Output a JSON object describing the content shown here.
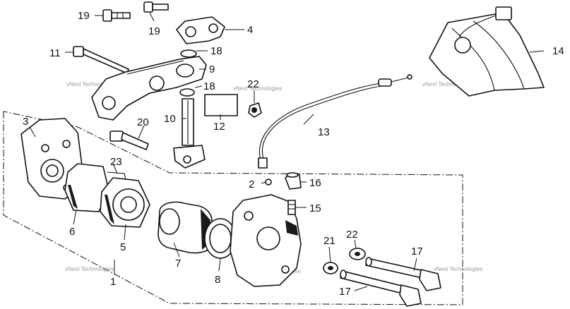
{
  "callouts": [
    {
      "id": "1",
      "text": "1"
    },
    {
      "id": "2",
      "text": "2"
    },
    {
      "id": "3",
      "text": "3"
    },
    {
      "id": "4",
      "text": "4"
    },
    {
      "id": "5",
      "text": "5"
    },
    {
      "id": "6",
      "text": "6"
    },
    {
      "id": "7",
      "text": "7"
    },
    {
      "id": "8",
      "text": "8"
    },
    {
      "id": "9",
      "text": "9"
    },
    {
      "id": "10",
      "text": "10"
    },
    {
      "id": "11",
      "text": "11"
    },
    {
      "id": "12",
      "text": "12"
    },
    {
      "id": "13",
      "text": "13"
    },
    {
      "id": "14",
      "text": "14"
    },
    {
      "id": "15",
      "text": "15"
    },
    {
      "id": "16",
      "text": "16"
    },
    {
      "id": "17a",
      "text": "17"
    },
    {
      "id": "17b",
      "text": "17"
    },
    {
      "id": "18a",
      "text": "18"
    },
    {
      "id": "18b",
      "text": "18"
    },
    {
      "id": "19a",
      "text": "19"
    },
    {
      "id": "19b",
      "text": "19"
    },
    {
      "id": "20",
      "text": "20"
    },
    {
      "id": "21",
      "text": "21"
    },
    {
      "id": "22a",
      "text": "22"
    },
    {
      "id": "22b",
      "text": "22"
    },
    {
      "id": "23",
      "text": "23"
    }
  ],
  "watermark": {
    "text": "vNext Technologies"
  }
}
